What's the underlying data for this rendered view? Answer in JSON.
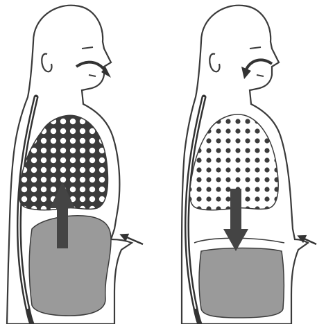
{
  "figure": {
    "panels": [
      {
        "id": "exhalation",
        "lungs": "deflated",
        "diaphragm": "raised",
        "breath_direction": "out"
      },
      {
        "id": "inhalation",
        "lungs": "inflated",
        "diaphragm": "lowered",
        "breath_direction": "in"
      }
    ],
    "colors": {
      "outline": "#3a3a3a",
      "spine": "#333333",
      "lung_dense_fill": "#3b3b3b",
      "lung_light_fill": "#ffffff",
      "abdomen_fill": "#9a9a9a",
      "arrow": "#444444",
      "skin": "#ffffff"
    },
    "icons": [
      "head-profile",
      "spine",
      "lungs",
      "diaphragm-arrow",
      "breath-arrow",
      "pointer-arrow"
    ]
  }
}
